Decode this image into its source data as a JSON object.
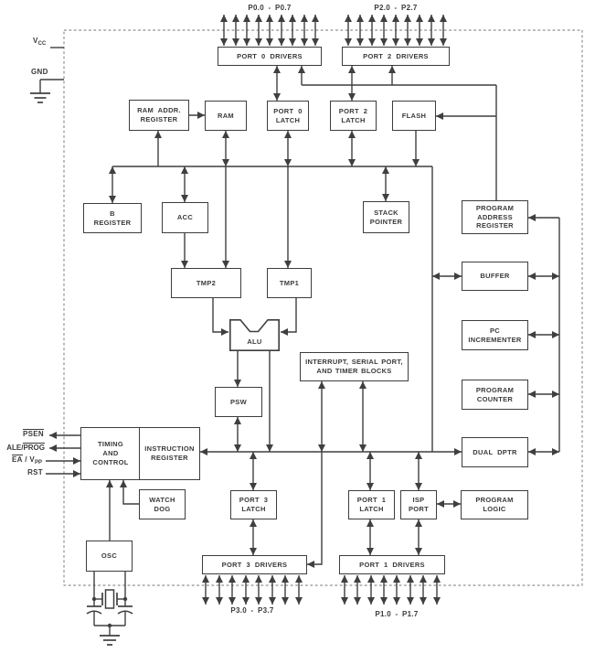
{
  "pins": {
    "vcc_main": "V",
    "vcc_sub": "CC",
    "gnd": "GND",
    "port0_range": "P0.0 - P0.7",
    "port2_range": "P2.0 - P2.7",
    "port3_range": "P3.0 - P3.7",
    "port1_range": "P1.0 - P1.7",
    "psen": "PSEN",
    "ale_plain": "ALE/",
    "ale_overline": "PROG",
    "ea_overline": "EA",
    "ea_plain": " / V",
    "ea_sub": "PP",
    "rst": "RST"
  },
  "blocks": {
    "port0_drivers": "PORT 0 DRIVERS",
    "port2_drivers": "PORT 2 DRIVERS",
    "ram_addr_register_l1": "RAM ADDR.",
    "ram_addr_register_l2": "REGISTER",
    "ram": "RAM",
    "port0_latch_l1": "PORT 0",
    "port0_latch_l2": "LATCH",
    "port2_latch_l1": "PORT 2",
    "port2_latch_l2": "LATCH",
    "flash": "FLASH",
    "b_register_l1": "B",
    "b_register_l2": "REGISTER",
    "acc": "ACC",
    "stack_pointer_l1": "STACK",
    "stack_pointer_l2": "POINTER",
    "program_address_register_l1": "PROGRAM",
    "program_address_register_l2": "ADDRESS",
    "program_address_register_l3": "REGISTER",
    "tmp2": "TMP2",
    "tmp1": "TMP1",
    "buffer": "BUFFER",
    "alu": "ALU",
    "interrupt_l1": "INTERRUPT, SERIAL PORT,",
    "interrupt_l2": "AND TIMER BLOCKS",
    "pc_incrementer_l1": "PC",
    "pc_incrementer_l2": "INCREMENTER",
    "psw": "PSW",
    "program_counter_l1": "PROGRAM",
    "program_counter_l2": "COUNTER",
    "dual_dptr": "DUAL DPTR",
    "timing_control_l1": "TIMING",
    "timing_control_l2": "AND",
    "timing_control_l3": "CONTROL",
    "instruction_register_l1": "INSTRUCTION",
    "instruction_register_l2": "REGISTER",
    "watch_dog_l1": "WATCH",
    "watch_dog_l2": "DOG",
    "port3_latch_l1": "PORT 3",
    "port3_latch_l2": "LATCH",
    "port1_latch_l1": "PORT 1",
    "port1_latch_l2": "LATCH",
    "isp_port_l1": "ISP",
    "isp_port_l2": "PORT",
    "program_logic_l1": "PROGRAM",
    "program_logic_l2": "LOGIC",
    "osc": "OSC",
    "port3_drivers": "PORT 3 DRIVERS",
    "port1_drivers": "PORT 1 DRIVERS"
  },
  "colors": {
    "line": "#3f3f3f",
    "text": "#3a3a3a",
    "box_border": "#3d3d3d",
    "dashed_border": "#909090",
    "background": "#ffffff"
  }
}
